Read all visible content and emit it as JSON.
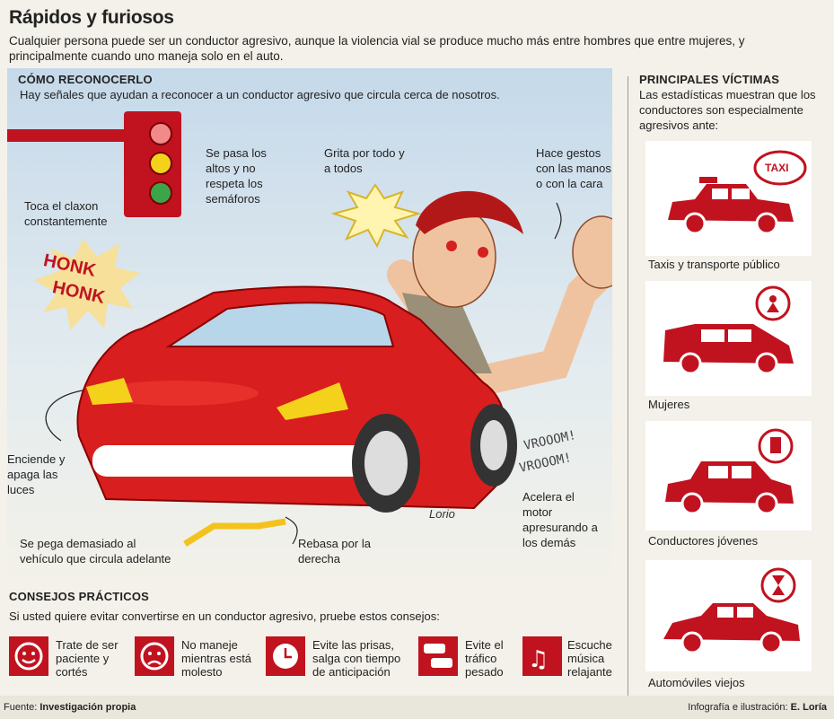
{
  "header": {
    "title": "Rápidos y furiosos",
    "subtitle": "Cualquier persona puede ser un conductor agresivo, aunque la violencia vial se produce mucho más entre hombres que entre mujeres, y principalmente cuando uno maneja solo en el auto."
  },
  "recognize": {
    "heading": "CÓMO RECONOCERLO",
    "intro": "Hay señales que ayudan a reconocer a un conductor agresivo que circula cerca de nosotros.",
    "signs": {
      "claxon": "Toca el claxon constantemente",
      "semaforos": "Se pasa los altos y no respeta los semáforos",
      "grita": "Grita por todo y a todos",
      "gestos": "Hace gestos con las manos o con la cara",
      "luces": "Enciende y apaga las luces",
      "pega": "Se pega demasiado al vehículo que circula adelante",
      "rebasa": "Rebasa por la derecha",
      "acelera": "Acelera el motor apresurando a los demás"
    },
    "honk1": "HONK",
    "honk2": "HONK",
    "vroom1": "VROOOM!",
    "vroom2": "VROOOM!",
    "signature": "Lorio"
  },
  "tips": {
    "heading": "CONSEJOS PRÁCTICOS",
    "intro": "Si usted quiere evitar convertirse en un conductor agresivo, pruebe estos consejos:",
    "items": [
      {
        "icon": "smile-face-icon",
        "text": "Trate de ser paciente y cortés"
      },
      {
        "icon": "sad-face-icon",
        "text": "No maneje mientras está molesto"
      },
      {
        "icon": "clock-icon",
        "text": "Evite las prisas, salga con tiempo de anticipación"
      },
      {
        "icon": "traffic-cars-icon",
        "text": "Evite el tráfico pesado"
      },
      {
        "icon": "music-notes-icon",
        "text": "Escuche música relajante"
      }
    ]
  },
  "victims": {
    "heading": "PRINCIPALES VÍCTIMAS",
    "intro": "Las estadísticas muestran que los conductores son especialmente agresivos ante:",
    "items": [
      {
        "label": "Taxis y transporte público",
        "badge": "TAXI"
      },
      {
        "label": "Mujeres"
      },
      {
        "label": "Conductores jóvenes"
      },
      {
        "label": "Automóviles viejos"
      }
    ]
  },
  "footer": {
    "source_label": "Fuente:",
    "source": "Investigación propia",
    "credit_label": "Infografía e ilustración:",
    "credit": "E. Loría"
  },
  "colors": {
    "accent_red": "#c1121f",
    "sky": "#cfe0ee",
    "car_red": "#d81e1e"
  }
}
